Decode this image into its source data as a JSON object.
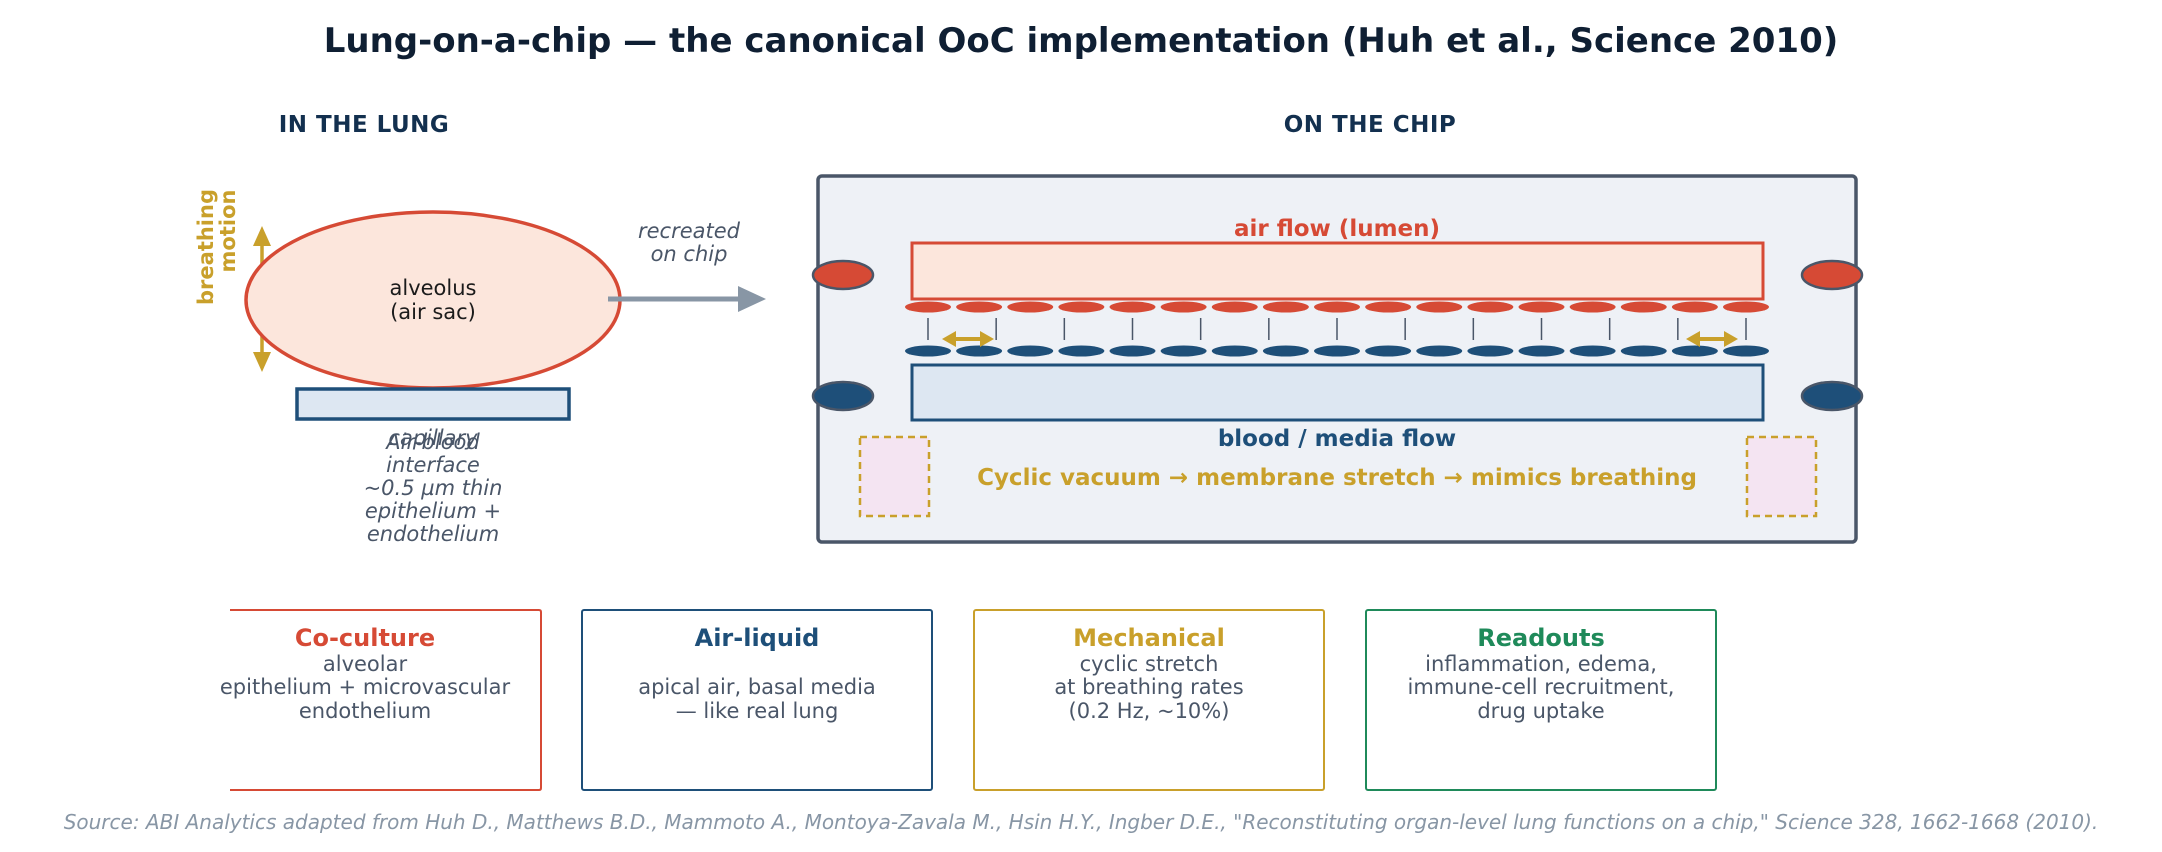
{
  "title": "Lung-on-a-chip — the canonical OoC implementation (Huh et al., Science 2010)",
  "lung": {
    "heading": "IN THE LUNG",
    "breathing_label": [
      "breathing",
      "motion"
    ],
    "alveolus_label": [
      "alveolus",
      "(air sac)"
    ],
    "capillary_label": "capillary",
    "interface_note": [
      "Air-blood",
      "interface",
      "~0.5 µm thin",
      "epithelium +",
      "endothelium"
    ]
  },
  "arrow": {
    "label": [
      "recreated",
      "on chip"
    ]
  },
  "chip": {
    "heading": "ON THE CHIP",
    "air_flow_label": "air flow (lumen)",
    "blood_flow_label": "blood / media flow",
    "vacuum_label": "Cyclic vacuum → membrane stretch → mimics breathing",
    "cell_count": 17
  },
  "cards": [
    {
      "title": "Co-culture",
      "color": "#d64a35",
      "lines": [
        "alveolar",
        "epithelium + microvascular",
        "endothelium"
      ]
    },
    {
      "title": "Air-liquid",
      "color": "#1e4f79",
      "lines": [
        "",
        "apical air, basal media",
        "— like real lung"
      ]
    },
    {
      "title": "Mechanical",
      "color": "#c9a02b",
      "lines": [
        "cyclic stretch",
        "at breathing rates",
        "(0.2 Hz, ~10%)"
      ]
    },
    {
      "title": "Readouts",
      "color": "#1f8a5a",
      "lines": [
        "inflammation, edema,",
        "immune-cell recruitment,",
        "drug uptake"
      ]
    }
  ],
  "source": "Source: ABI Analytics adapted from Huh D., Matthews B.D., Mammoto A., Montoya-Zavala M., Hsin H.Y., Ingber D.E., \"Reconstituting organ-level lung functions on a chip,\" Science 328, 1662-1668 (2010).",
  "colors": {
    "red": "#d64a35",
    "navy": "#1e4f79",
    "gold": "#c9a02b",
    "green": "#1f8a5a",
    "chip_bg": "#eef1f6",
    "chip_border": "#4a5668",
    "air_fill": "#fce6dc",
    "blood_fill": "#dde7f2",
    "vacuum_fill": "#f4e4f2"
  }
}
